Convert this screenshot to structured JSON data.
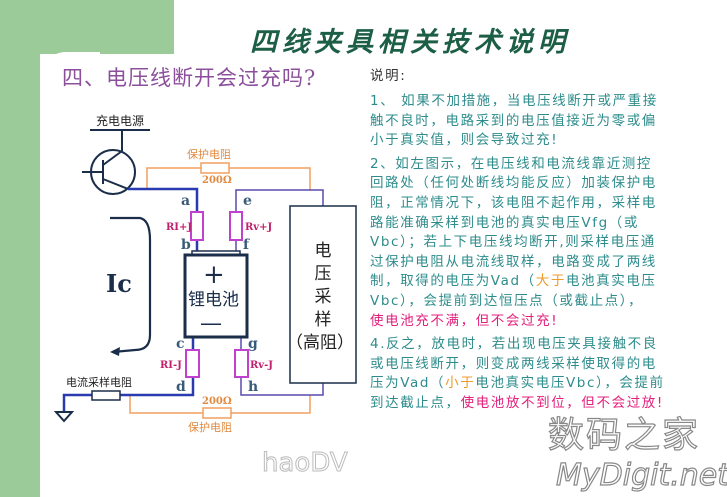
{
  "title": "四线夹具相关技术说明",
  "subtitle": "四、电压线断开会过充吗?",
  "diagram": {
    "charger_label": "充电电源",
    "protect_resistor_label": "保护电阻",
    "protect_resistor_value": "200Ω",
    "current_label": "Ic",
    "current_sense_label": "电流采样电阻",
    "battery_plus": "+",
    "battery_label": "锂电池",
    "battery_minus": "—",
    "sampler_lines": [
      "电",
      "压",
      "采",
      "样",
      "（高阻）"
    ],
    "nodes": {
      "a": "a",
      "b": "b",
      "c": "c",
      "d": "d",
      "e": "e",
      "f": "f",
      "g": "g",
      "h": "h"
    },
    "resistors": {
      "ri_plus": "RI+J",
      "rv_plus": "Rv+J",
      "ri_minus": "RI-J",
      "rv_minus": "Rv-J"
    }
  },
  "notes": {
    "heading": "说明:",
    "paragraphs": [
      [
        [
          {
            "t": "1、  如果不加措施，当电压线断开或严重接"
          }
        ],
        [
          {
            "t": "触不良时，电路采到的电压值接近为零或偏"
          }
        ],
        [
          {
            "t": "小于真实值，则会导致过充!"
          }
        ]
      ],
      [
        [
          {
            "t": "2、如左图示，在电压线和电流线靠近测控"
          }
        ],
        [
          {
            "t": "回路处（任何处断线均能反应）加装保护电"
          }
        ],
        [
          {
            "t": "阻，正常情况下，该电阻不起作用，采样电"
          }
        ],
        [
          {
            "t": "路能准确采样到电池的真实电压Vfg（或"
          }
        ],
        [
          {
            "t": "Vbc）；若上下电压线均断开,则采样电压通"
          }
        ],
        [
          {
            "t": "过保护电阻从电流线取样，电路变成了两线"
          }
        ],
        [
          {
            "t": "制，取得的电压为Vad（"
          },
          {
            "t": "大于",
            "c": "orange"
          },
          {
            "t": "电池真实电压"
          }
        ],
        [
          {
            "t": "Vbc），会提前到达恒压点（或截止点），"
          }
        ],
        [
          {
            "t": "使电池充不满，但不会过充!",
            "c": "pink"
          }
        ]
      ],
      [
        [
          {
            "t": "4.反之，放电时，若出现电压夹具接触不良"
          }
        ],
        [
          {
            "t": "或电压线断开，则变成两线采样使取得的电"
          }
        ],
        [
          {
            "t": "压为Vad（"
          },
          {
            "t": "小于",
            "c": "orange"
          },
          {
            "t": "电池真实电压Vbc），会提前"
          }
        ],
        [
          {
            "t": "到达截止点，"
          },
          {
            "t": "使电池放不到位，但不会过放!",
            "c": "pink"
          }
        ]
      ]
    ]
  },
  "watermarks": {
    "cn": "数码之家",
    "en": "MyDigit.net",
    "mid": "haoDV"
  }
}
